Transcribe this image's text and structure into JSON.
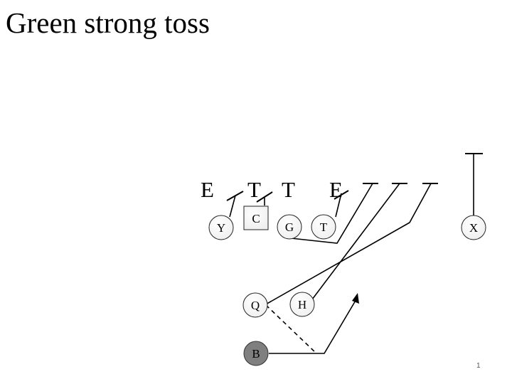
{
  "slide": {
    "title": "Green strong toss",
    "page_number": "1"
  },
  "defenders": [
    {
      "id": "e-left",
      "label": "E"
    },
    {
      "id": "t-left",
      "label": "T"
    },
    {
      "id": "t-right",
      "label": "T"
    },
    {
      "id": "e-right",
      "label": "E"
    }
  ],
  "offense": [
    {
      "id": "y",
      "label": "Y"
    },
    {
      "id": "c",
      "label": "C"
    },
    {
      "id": "g",
      "label": "G"
    },
    {
      "id": "t",
      "label": "T"
    },
    {
      "id": "x",
      "label": "X"
    },
    {
      "id": "q",
      "label": "Q"
    },
    {
      "id": "h",
      "label": "H"
    },
    {
      "id": "b",
      "label": "B"
    }
  ],
  "colors": {
    "line": "#000000",
    "player_fill": "#ffffff",
    "ball_carrier_fill": "#7f7f7f"
  }
}
